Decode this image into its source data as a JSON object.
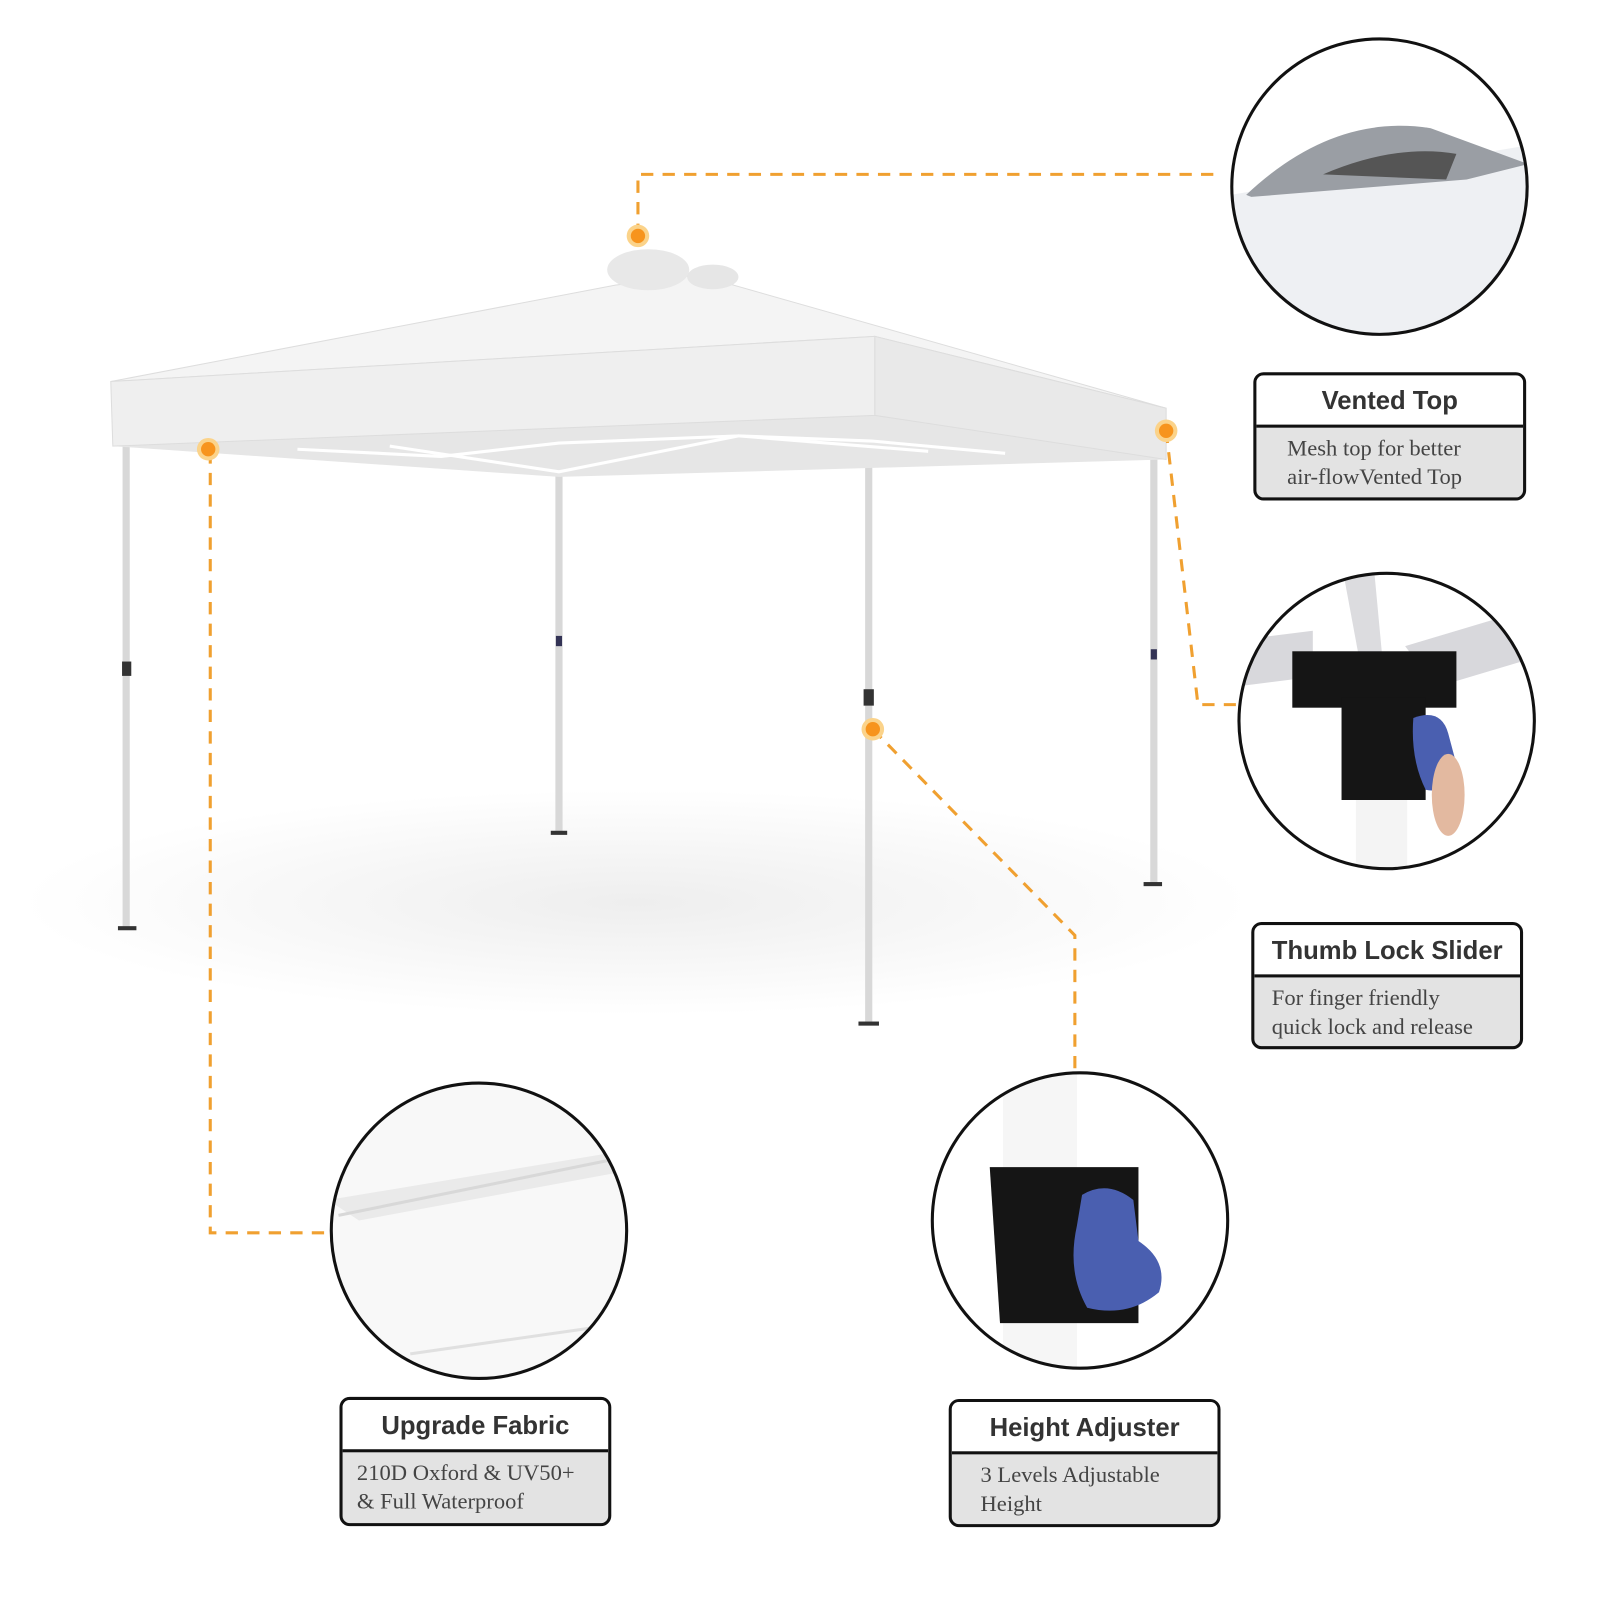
{
  "colors": {
    "callout_line": "#f0a030",
    "callout_dot": "#f7941d",
    "label_body": "#e3e3e3",
    "canopy": "#f2f2f2",
    "thumb_lock": "#4a5fb0"
  },
  "features": [
    {
      "title": "Vented Top",
      "body_lines": [
        "Mesh top for better",
        "air-flowVented Top"
      ],
      "icon": "vented-top-closeup"
    },
    {
      "title": "Thumb Lock Slider",
      "body_lines": [
        "For finger friendly",
        "quick lock and release"
      ],
      "icon": "thumb-lock-closeup"
    },
    {
      "title": "Height Adjuster",
      "body_lines": [
        "3 Levels Adjustable",
        "Height"
      ],
      "icon": "height-adjuster-closeup"
    },
    {
      "title": "Upgrade Fabric",
      "body_lines": [
        "210D Oxford & UV50+",
        "& Full Waterproof"
      ],
      "icon": "fabric-closeup"
    }
  ]
}
